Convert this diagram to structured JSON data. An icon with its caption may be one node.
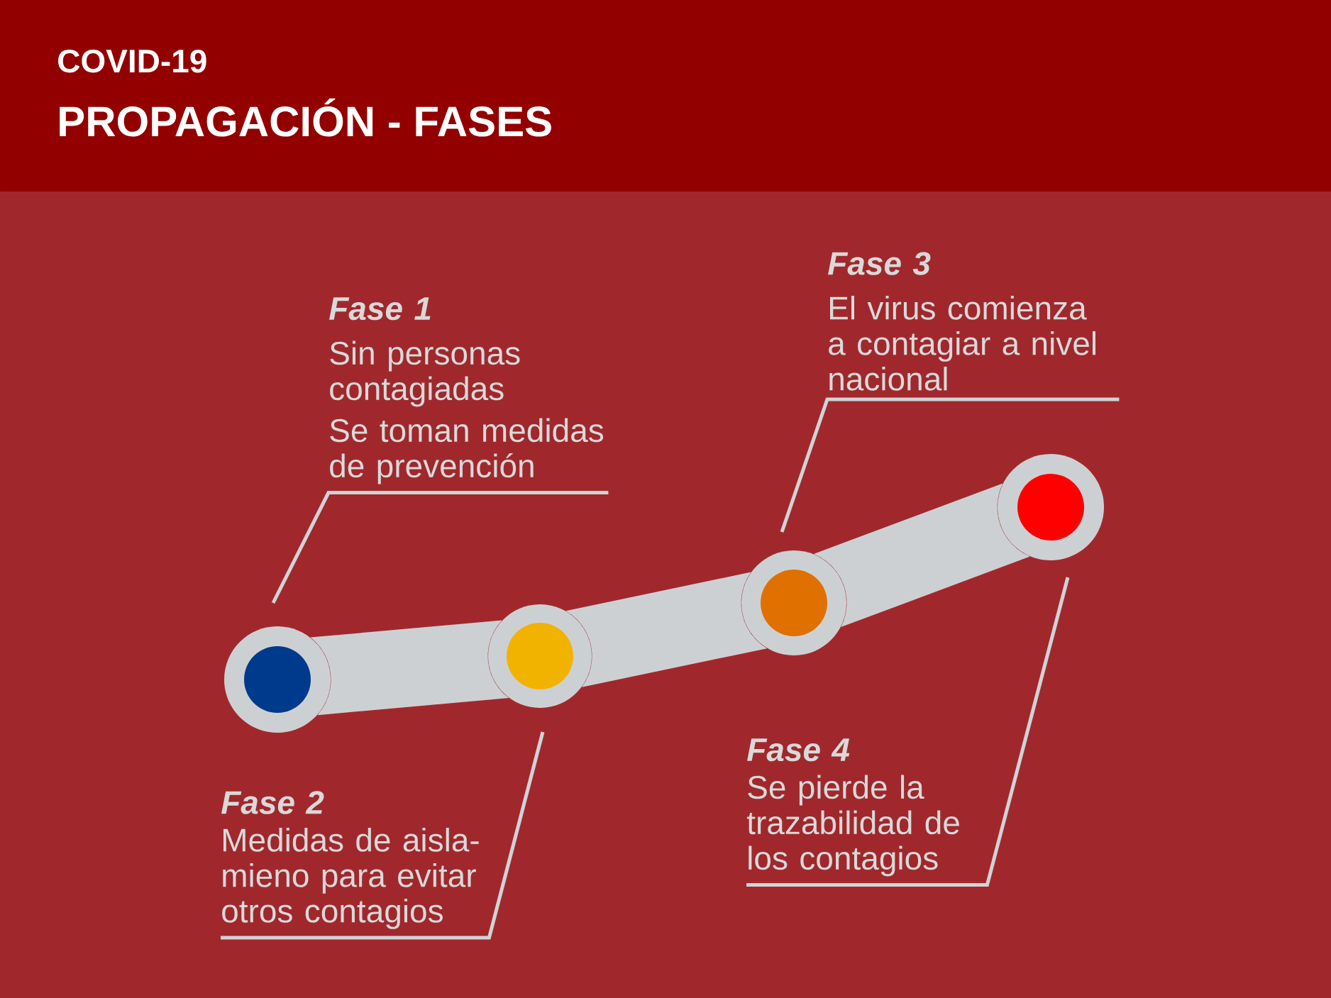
{
  "diagram": {
    "title": "COVID-19",
    "labels": [
      "PROPAGACIÓN - FASES"
    ],
    "nodes": [
      {
        "text": [],
        "shape": "circle"
      },
      {
        "text": [],
        "shape": "circle"
      },
      {
        "text": [],
        "shape": "circle"
      },
      {
        "text": [],
        "shape": "circle"
      },
      {
        "text": [
          "Fase 1",
          "Sin personas contagiadas",
          "Se toman medidas de prevención"
        ]
      },
      {
        "text": [
          "Fase 2",
          "Medidas de aisla- mieno para evitar otros contagios"
        ]
      },
      {
        "text": [
          "Fase 3",
          "El virus comienza a contagiar a nivel nacional"
        ]
      },
      {
        "text": [
          "Fase 4",
          "Se pierde la trazabilidad de los contagios"
        ]
      }
    ],
    "edges": [
      {
        "from": 0,
        "to": 1,
        "arrow": "none",
        "style": "thick"
      },
      {
        "from": 1,
        "to": 2,
        "arrow": "none",
        "style": "thick"
      },
      {
        "from": 2,
        "to": 3,
        "arrow": "none",
        "style": "thick"
      },
      {
        "from": 4,
        "to": 0,
        "arrow": "none"
      },
      {
        "from": 5,
        "to": 1,
        "arrow": "none"
      },
      {
        "from": 6,
        "to": 2,
        "arrow": "none"
      },
      {
        "from": 7,
        "to": 3,
        "arrow": "none"
      }
    ]
  }
}
